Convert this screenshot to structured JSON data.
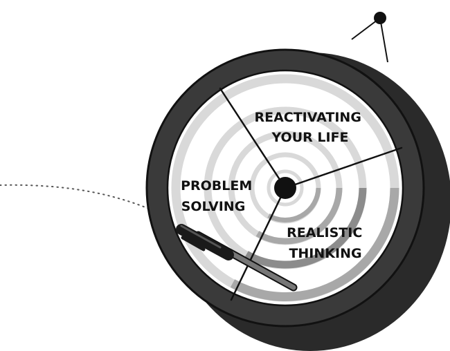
{
  "diagram": {
    "type": "segmented-wheel",
    "segments": [
      {
        "line1": "REACTIVATING",
        "line2": "YOUR LIFE"
      },
      {
        "line1": "PROBLEM",
        "line2": "SOLVING"
      },
      {
        "line1": "REALISTIC",
        "line2": "THINKING"
      }
    ],
    "colors": {
      "rim": "#3a3a3a",
      "rim_side": "#2a2a2a",
      "face": "#ffffff",
      "ring_light": "#d9d9d9",
      "ring_mid": "#a8a8a8",
      "ring_dark": "#8c8c8c",
      "hub": "#111111",
      "pen_body": "#777777",
      "pen_cap": "#1a1a1a"
    }
  }
}
